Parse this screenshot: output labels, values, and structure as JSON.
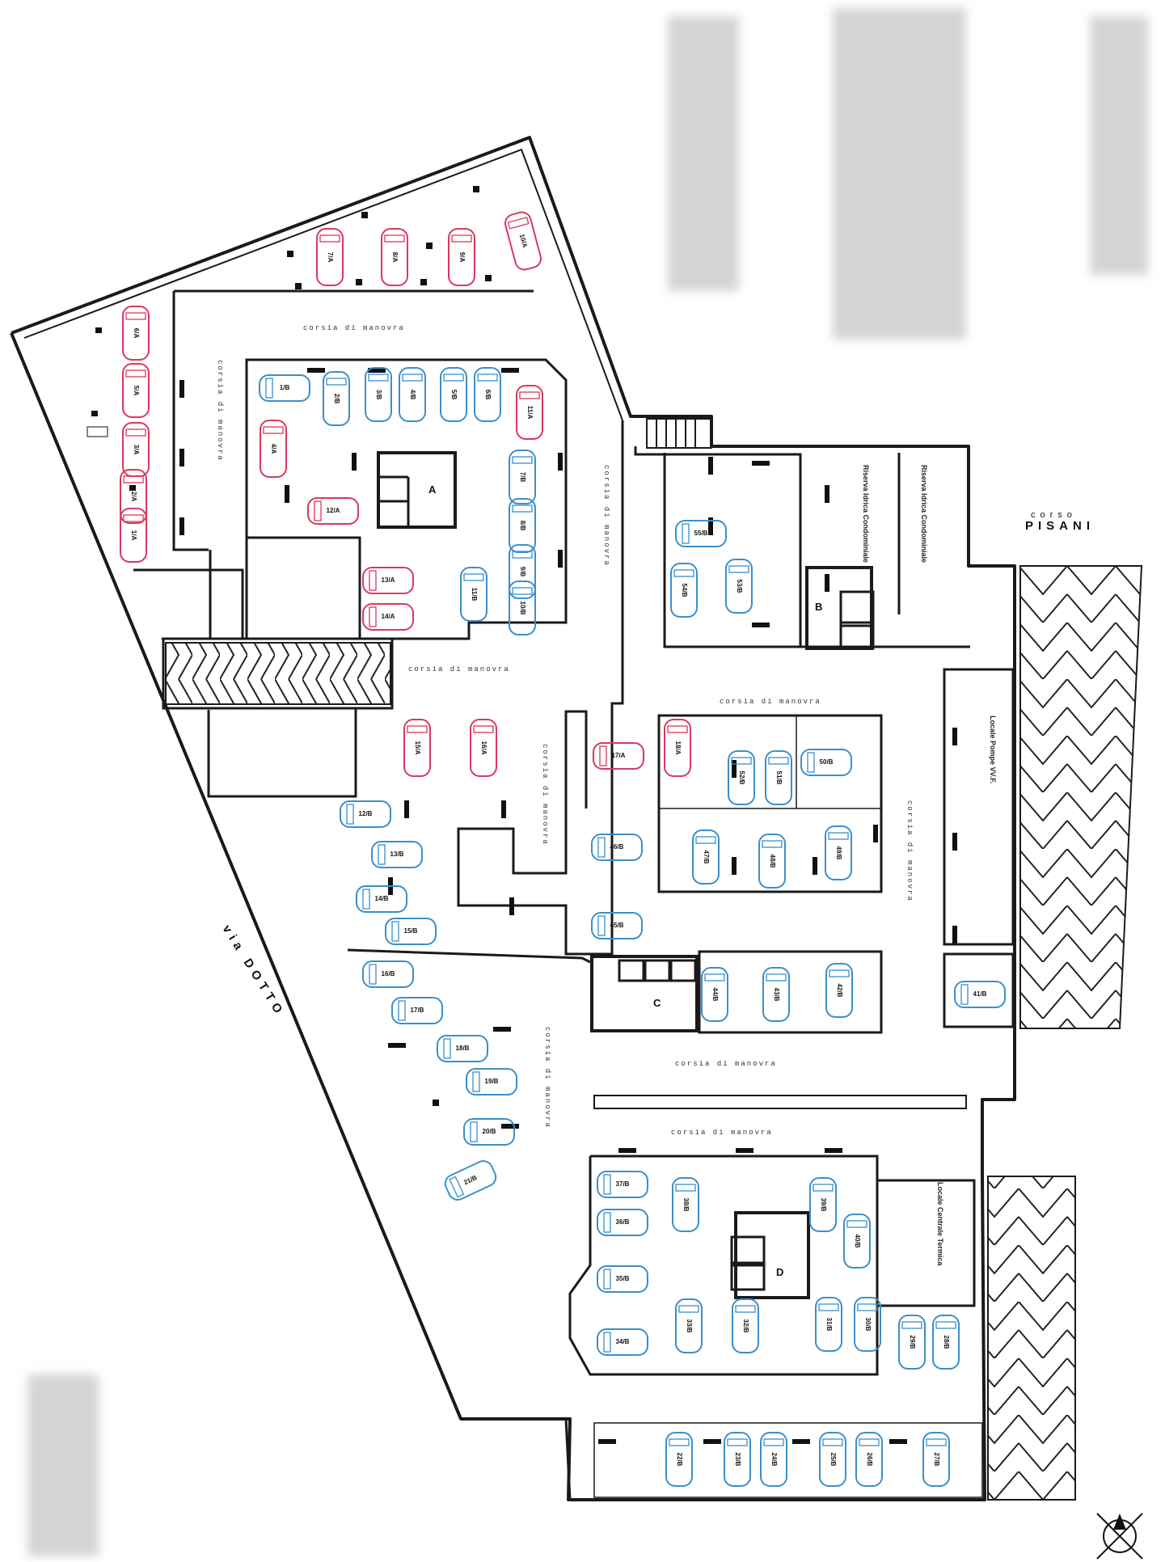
{
  "streets": {
    "corso_small": "corso",
    "corso_name": "PISANI",
    "via": "via DOTTO"
  },
  "blocks": [
    "A",
    "B",
    "C",
    "D"
  ],
  "rooms": {
    "riserva_1": "Riserva Idrica Condominiale",
    "riserva_2": "Riserva Idrica Condominiale",
    "pompe": "Locale Pompe VV.F.",
    "centrale": "Locale Centrale Termica"
  },
  "aisle_label": "corsia di manovra",
  "colors": {
    "type_a": "#d9385e",
    "type_b": "#3a8fc9",
    "wall": "#1a1a1a",
    "hatch": "#222222"
  },
  "parking_spaces": [
    {
      "id": "1/A",
      "type": "A"
    },
    {
      "id": "2/A",
      "type": "A"
    },
    {
      "id": "3/A",
      "type": "A"
    },
    {
      "id": "5/A",
      "type": "A"
    },
    {
      "id": "6/A",
      "type": "A"
    },
    {
      "id": "7/A",
      "type": "A"
    },
    {
      "id": "8/A",
      "type": "A"
    },
    {
      "id": "9/A",
      "type": "A"
    },
    {
      "id": "10/A",
      "type": "A"
    },
    {
      "id": "4/A",
      "type": "A"
    },
    {
      "id": "11/A",
      "type": "A"
    },
    {
      "id": "12/A",
      "type": "A"
    },
    {
      "id": "13/A",
      "type": "A"
    },
    {
      "id": "14/A",
      "type": "A"
    },
    {
      "id": "15/A",
      "type": "A"
    },
    {
      "id": "16/A",
      "type": "A"
    },
    {
      "id": "17/A",
      "type": "A"
    },
    {
      "id": "18/A",
      "type": "A"
    },
    {
      "id": "1/B",
      "type": "B"
    },
    {
      "id": "2/B",
      "type": "B"
    },
    {
      "id": "3/B",
      "type": "B"
    },
    {
      "id": "4/B",
      "type": "B"
    },
    {
      "id": "5/B",
      "type": "B"
    },
    {
      "id": "6/B",
      "type": "B"
    },
    {
      "id": "7/B",
      "type": "B"
    },
    {
      "id": "8/B",
      "type": "B"
    },
    {
      "id": "9/B",
      "type": "B"
    },
    {
      "id": "10/B",
      "type": "B"
    },
    {
      "id": "11/B",
      "type": "B"
    },
    {
      "id": "12/B",
      "type": "B"
    },
    {
      "id": "13/B",
      "type": "B"
    },
    {
      "id": "14/B",
      "type": "B"
    },
    {
      "id": "15/B",
      "type": "B"
    },
    {
      "id": "16/B",
      "type": "B"
    },
    {
      "id": "17/B",
      "type": "B"
    },
    {
      "id": "18/B",
      "type": "B"
    },
    {
      "id": "19/B",
      "type": "B"
    },
    {
      "id": "20/B",
      "type": "B"
    },
    {
      "id": "21/B",
      "type": "B"
    },
    {
      "id": "53/B",
      "type": "B"
    },
    {
      "id": "54/B",
      "type": "B"
    },
    {
      "id": "55/B",
      "type": "B"
    },
    {
      "id": "52/B",
      "type": "B"
    },
    {
      "id": "51/B",
      "type": "B"
    },
    {
      "id": "50/B",
      "type": "B"
    },
    {
      "id": "47/B",
      "type": "B"
    },
    {
      "id": "48/B",
      "type": "B"
    },
    {
      "id": "49/B",
      "type": "B"
    },
    {
      "id": "46/B",
      "type": "B"
    },
    {
      "id": "45/B",
      "type": "B"
    },
    {
      "id": "44/B",
      "type": "B"
    },
    {
      "id": "43/B",
      "type": "B"
    },
    {
      "id": "42/B",
      "type": "B"
    },
    {
      "id": "41/B",
      "type": "B"
    },
    {
      "id": "37/B",
      "type": "B"
    },
    {
      "id": "36/B",
      "type": "B"
    },
    {
      "id": "35/B",
      "type": "B"
    },
    {
      "id": "34/B",
      "type": "B"
    },
    {
      "id": "33/B",
      "type": "B"
    },
    {
      "id": "32/B",
      "type": "B"
    },
    {
      "id": "31/B",
      "type": "B"
    },
    {
      "id": "30/B",
      "type": "B"
    },
    {
      "id": "29/B",
      "type": "B"
    },
    {
      "id": "28/B",
      "type": "B"
    },
    {
      "id": "38/B",
      "type": "B"
    },
    {
      "id": "39/B",
      "type": "B"
    },
    {
      "id": "40/B",
      "type": "B"
    },
    {
      "id": "22/B",
      "type": "B"
    },
    {
      "id": "23/B",
      "type": "B"
    },
    {
      "id": "24/B",
      "type": "B"
    },
    {
      "id": "25/B",
      "type": "B"
    },
    {
      "id": "26/B",
      "type": "B"
    },
    {
      "id": "27/B",
      "type": "B"
    }
  ]
}
